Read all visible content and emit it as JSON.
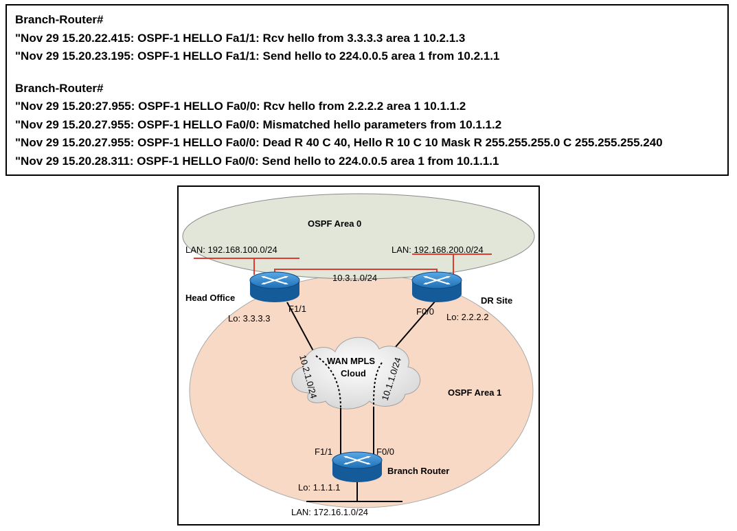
{
  "log": {
    "block1": {
      "prompt": "Branch-Router#",
      "lines": [
        "\"Nov 29 15.20.22.415: OSPF-1 HELLO Fa1/1: Rcv hello from 3.3.3.3 area 1 10.2.1.3",
        "\"Nov 29 15.20.23.195: OSPF-1 HELLO Fa1/1: Send hello to 224.0.0.5 area 1 from 10.2.1.1"
      ]
    },
    "block2": {
      "prompt": "Branch-Router#",
      "lines": [
        "\"Nov 29 15.20:27.955: OSPF-1 HELLO Fa0/0: Rcv hello from 2.2.2.2 area 1 10.1.1.2",
        "\"Nov 29 15.20.27.955: OSPF-1 HELLO Fa0/0: Mismatched hello parameters from 10.1.1.2",
        "\"Nov 29 15.20.27.955: OSPF-1 HELLO Fa0/0: Dead R 40 C 40, Hello R 10 C 10 Mask R 255.255.255.0 C 255.255.255.240",
        "\"Nov 29 15.20.28.311: OSPF-1 HELLO Fa0/0: Send hello to 224.0.0.5 area 1 from 10.1.1.1"
      ]
    }
  },
  "diagram": {
    "area0_label": "OSPF Area 0",
    "area1_label": "OSPF Area 1",
    "lan_left": "LAN:  192.168.100.0/24",
    "lan_right": "LAN:  192.168.200.0/24",
    "link_ho_dr": "10.3.1.0/24",
    "head_office": "Head Office",
    "head_office_lo": "Lo: 3.3.3.3",
    "head_office_if": "F1/1",
    "dr_site": "DR Site",
    "dr_site_lo": "Lo: 2.2.2.2",
    "dr_site_if": "F0/0",
    "cloud_line1": "WAN MPLS",
    "cloud_line2": "Cloud",
    "link_left": "10.2.1.0/24",
    "link_right": "10.1.1.0/24",
    "branch_if_left": "F1/1",
    "branch_if_right": "F0/0",
    "branch_router": "Branch Router",
    "branch_lo": "Lo: 1.1.1.1",
    "lan_bottom": "LAN:   172.16.1.0/24",
    "colors": {
      "area0_fill": "#e2e6d8",
      "area1_fill": "#f7d9c6",
      "router_blue": "#1f6fb5",
      "lan_red": "#e03a2e"
    }
  }
}
